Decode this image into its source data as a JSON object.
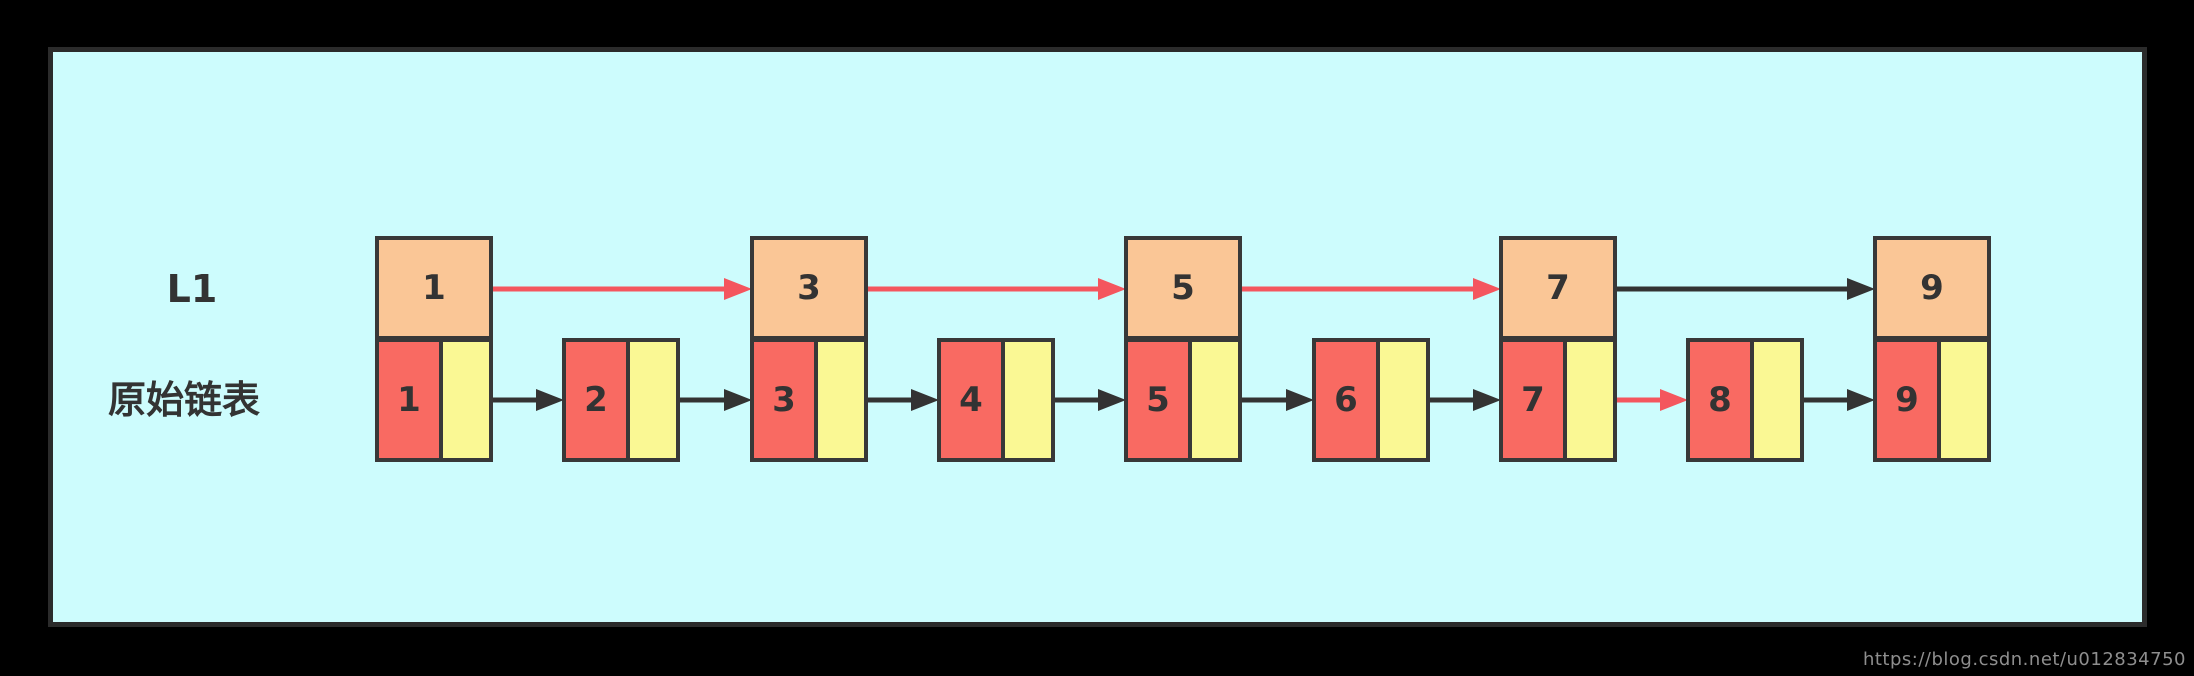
{
  "page": {
    "watermark": "https://blog.csdn.net/u012834750"
  },
  "diagram": {
    "upper_list": {
      "name": "L1",
      "nodes": [
        "1",
        "3",
        "5",
        "7",
        "9"
      ],
      "links": [
        {
          "from": 0,
          "to": 1,
          "color": "red"
        },
        {
          "from": 1,
          "to": 2,
          "color": "red"
        },
        {
          "from": 2,
          "to": 3,
          "color": "red"
        },
        {
          "from": 3,
          "to": 4,
          "color": "black"
        }
      ]
    },
    "lower_list": {
      "name": "原始链表",
      "nodes": [
        "1",
        "2",
        "3",
        "4",
        "5",
        "6",
        "7",
        "8",
        "9"
      ],
      "links": [
        {
          "from": 0,
          "to": 1,
          "color": "black"
        },
        {
          "from": 1,
          "to": 2,
          "color": "black"
        },
        {
          "from": 2,
          "to": 3,
          "color": "black"
        },
        {
          "from": 3,
          "to": 4,
          "color": "black"
        },
        {
          "from": 4,
          "to": 5,
          "color": "black"
        },
        {
          "from": 5,
          "to": 6,
          "color": "black"
        },
        {
          "from": 6,
          "to": 7,
          "color": "red"
        },
        {
          "from": 7,
          "to": 8,
          "color": "black"
        }
      ]
    },
    "colors": {
      "page_bg": "#000000",
      "panel_bg": "#CDFCFD",
      "node_orange": "#FAC696",
      "node_red": "#F96A62",
      "node_yellow": "#FAF894",
      "stroke": "#383838",
      "arrow_red": "#F4565E",
      "arrow_black": "#333333",
      "label_text": "#333333",
      "watermark_text": "#8E8E8E"
    }
  }
}
